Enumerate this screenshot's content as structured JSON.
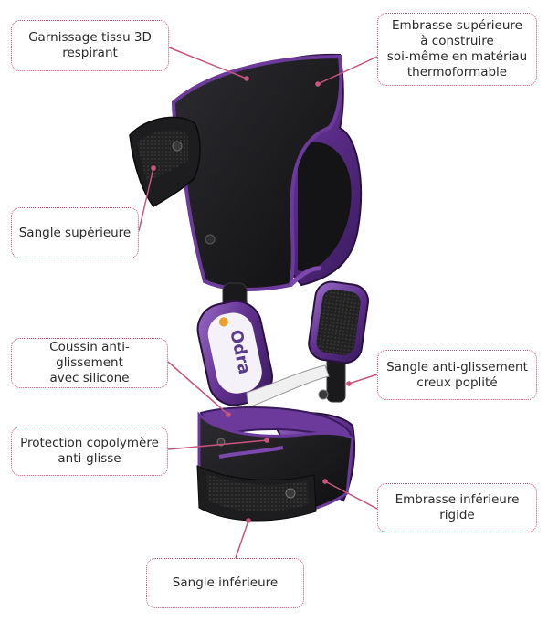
{
  "colors": {
    "accent": "#c8557e",
    "brace_black": "#1b1b1d",
    "trim_purple": "#6b3a9a",
    "background": "#ffffff"
  },
  "brand": "Odra",
  "callouts": [
    {
      "id": "garnissage",
      "text": "Garnissage tissu 3D\nrespirant"
    },
    {
      "id": "embr-sup",
      "text": "Embrasse supérieure\nà construire\nsoi-même en matériau\nthermoformable"
    },
    {
      "id": "sangle-sup",
      "text": "Sangle supérieure"
    },
    {
      "id": "coussin",
      "text": "Coussin anti-glissement\navec silicone"
    },
    {
      "id": "sangle-anti",
      "text": "Sangle anti-glissement\ncreux poplité"
    },
    {
      "id": "protection",
      "text": "Protection copolymère\nanti-glisse"
    },
    {
      "id": "embr-inf",
      "text": "Embrasse inférieure\nrigide"
    },
    {
      "id": "sangle-inf",
      "text": "Sangle inférieure"
    }
  ]
}
